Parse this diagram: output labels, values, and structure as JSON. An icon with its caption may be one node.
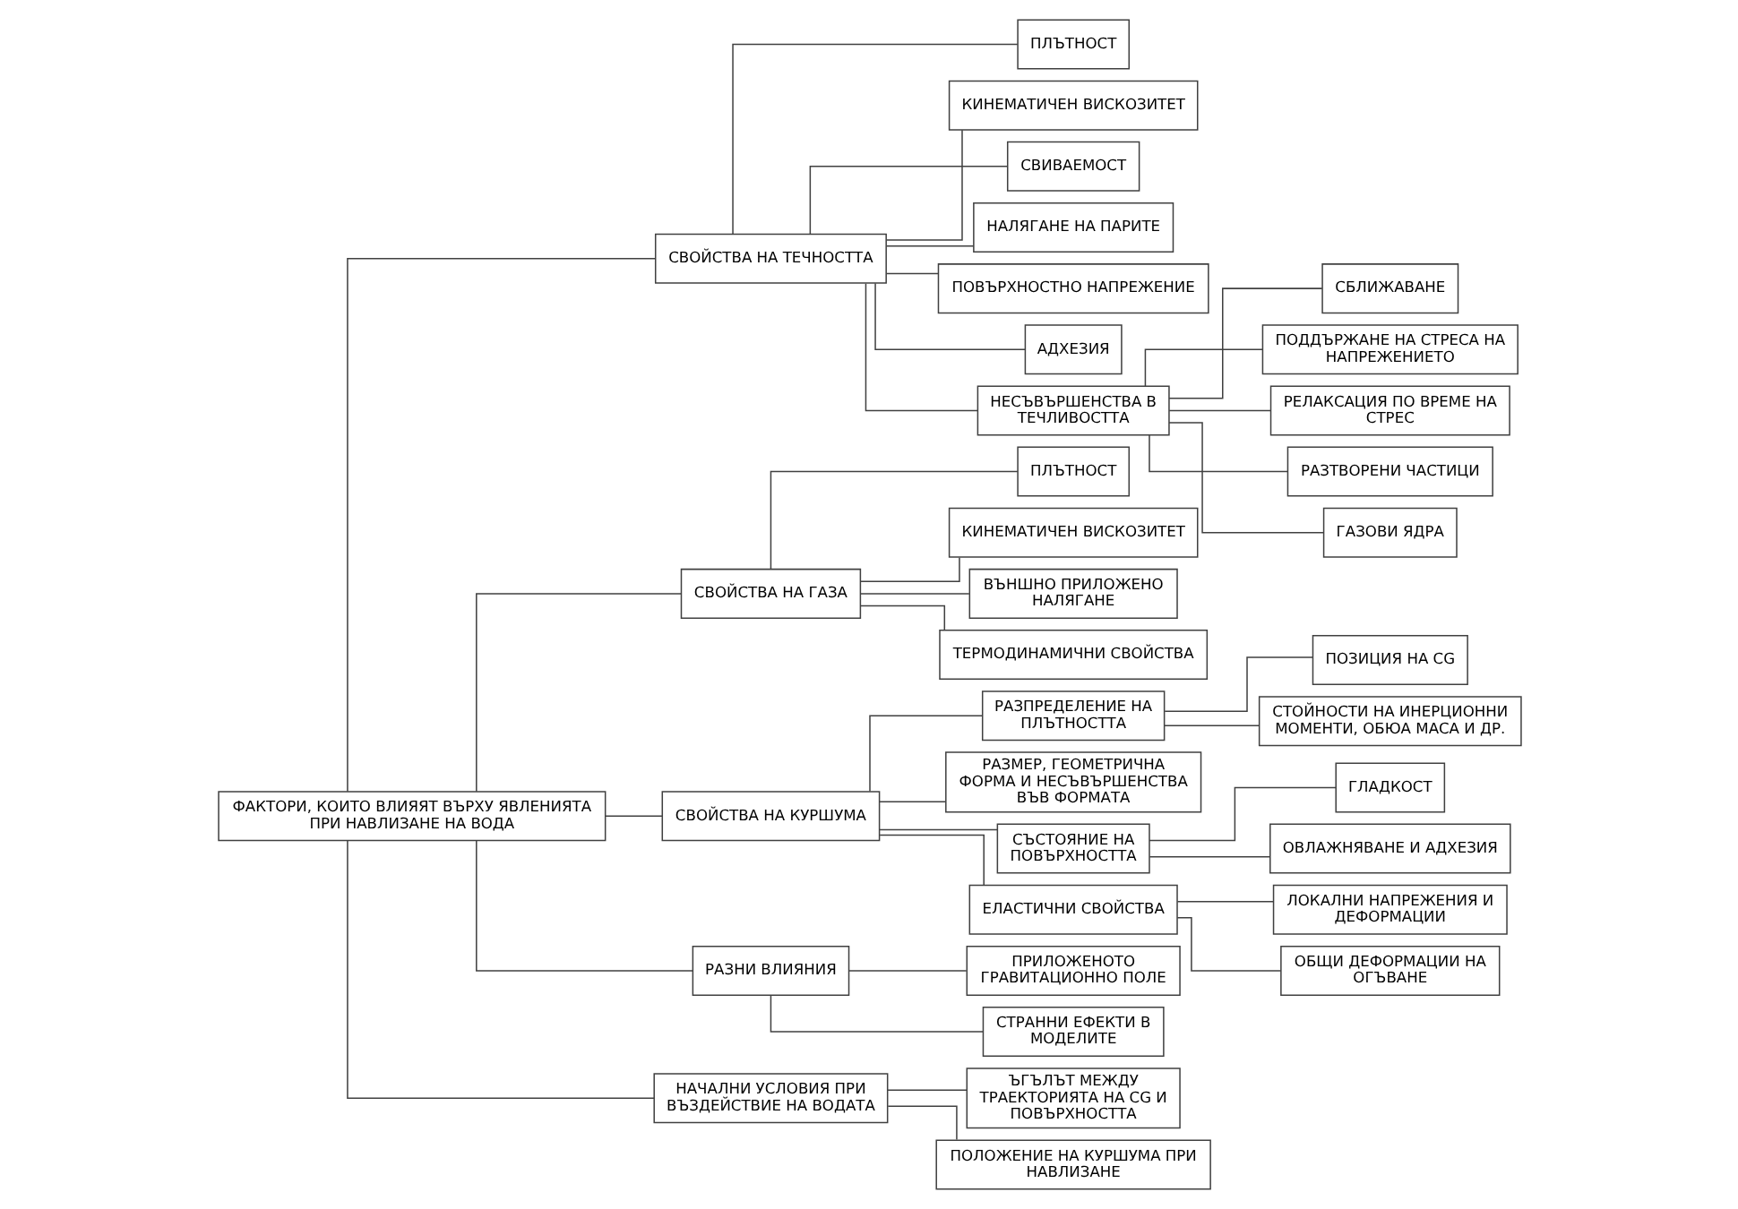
{
  "diagram": {
    "nodes": [
      {
        "text": [
          "ФАКТОРИ, КОИТО ВЛИЯЯТ ВЪРХУ ЯВЛЕНИЯТА ПРИ НАВЛИЗАНЕ НА ВОДА"
        ]
      },
      {
        "text": [
          "СВОЙСТВА НА ТЕЧНОСТТА"
        ]
      },
      {
        "text": [
          "ПЛЪТНОСТ"
        ]
      },
      {
        "text": [
          "КИНЕМАТИЧЕН ВИСКОЗИТЕТ"
        ]
      },
      {
        "text": [
          "СВИВАЕМОСТ"
        ]
      },
      {
        "text": [
          "НАЛЯГАНЕ НА ПАРИТЕ"
        ]
      },
      {
        "text": [
          "ПОВЪРХНОСТНО НАПРЕЖЕНИЕ"
        ]
      },
      {
        "text": [
          "АДХЕЗИЯ"
        ]
      },
      {
        "text": [
          "НЕСЪВЪРШЕНСТВА В ТЕЧЛИВОСТТА"
        ]
      },
      {
        "text": [
          "СБЛИЖАВАНЕ"
        ]
      },
      {
        "text": [
          "ПОДДЪРЖАНЕ НА СТРЕСА НА НАПРЕЖЕНИЕТО"
        ]
      },
      {
        "text": [
          "РЕЛАКСАЦИЯ ПО ВРЕМЕ НА СТРЕС"
        ]
      },
      {
        "text": [
          "РАЗТВОРЕНИ ЧАСТИЦИ"
        ]
      },
      {
        "text": [
          "ГАЗОВИ ЯДРА"
        ]
      },
      {
        "text": [
          "СВОЙСТВА НА ГАЗА"
        ]
      },
      {
        "text": [
          "ПЛЪТНОСТ"
        ]
      },
      {
        "text": [
          "КИНЕМАТИЧЕН ВИСКОЗИТЕТ"
        ]
      },
      {
        "text": [
          "ВЪНШНО ПРИЛОЖЕНО НАЛЯГАНЕ"
        ]
      },
      {
        "text": [
          "ТЕРМОДИНАМИЧНИ СВОЙСТВА"
        ]
      },
      {
        "text": [
          "СВОЙСТВА НА КУРШУМА"
        ]
      },
      {
        "text": [
          "РАЗПРЕДЕЛЕНИЕ НА ПЛЪТНОСТТА"
        ]
      },
      {
        "text": [
          "ПОЗИЦИЯ НА CG"
        ]
      },
      {
        "text": [
          "СТОЙНОСТИ НА ИНЕРЦИОННИ МОМЕНТИ, ОБЮА МАСА И ДР."
        ]
      },
      {
        "text": [
          "РАЗМЕР, ГЕОМЕТРИЧНА ФОРМА И НЕСЪВЪРШЕНСТВА ВЪВ ФОРМАТА"
        ]
      },
      {
        "text": [
          "СЪСТОЯНИЕ НА ПОВЪРХНОСТТА"
        ]
      },
      {
        "text": [
          "ГЛАДКОСТ"
        ]
      },
      {
        "text": [
          "ОВЛАЖНЯВАНЕ И АДХЕЗИЯ"
        ]
      },
      {
        "text": [
          "ЕЛАСТИЧНИ СВОЙСТВА"
        ]
      },
      {
        "text": [
          "ЛОКАЛНИ НАПРЕЖЕНИЯ И ДЕФОРМАЦИИ"
        ]
      },
      {
        "text": [
          "ОБЩИ ДЕФОРМАЦИИ НА ОГЪВАНЕ"
        ]
      },
      {
        "text": [
          "РАЗНИ ВЛИЯНИЯ"
        ]
      },
      {
        "text": [
          "ПРИЛОЖЕНОТО ГРАВИТАЦИОННО ПОЛЕ"
        ]
      },
      {
        "text": [
          "СТРАННИ ЕФЕКТИ В МОДЕЛИТЕ"
        ]
      },
      {
        "text": [
          "НАЧАЛНИ УСЛОВИЯ ПРИ ВЪЗДЕЙСТВИЕ НА ВОДАТА"
        ]
      },
      {
        "text": [
          "ЪГЪЛЪТ МЕЖДУ ТРАЕКТОРИЯТА НА CG И ПОВЪРХНОСТТА"
        ]
      },
      {
        "text": [
          "ПОЛОЖЕНИЕ НА КУРШУМА ПРИ НАВЛИЗАНЕ"
        ]
      }
    ],
    "edges": [
      {
        "from": 0,
        "to": 1,
        "arrow": "none"
      },
      {
        "from": 0,
        "to": 14,
        "arrow": "none"
      },
      {
        "from": 0,
        "to": 19,
        "arrow": "none"
      },
      {
        "from": 0,
        "to": 30,
        "arrow": "none"
      },
      {
        "from": 0,
        "to": 33,
        "arrow": "none"
      },
      {
        "from": 1,
        "to": 2,
        "arrow": "none"
      },
      {
        "from": 1,
        "to": 3,
        "arrow": "none"
      },
      {
        "from": 1,
        "to": 4,
        "arrow": "none"
      },
      {
        "from": 1,
        "to": 5,
        "arrow": "none"
      },
      {
        "from": 1,
        "to": 6,
        "arrow": "none"
      },
      {
        "from": 1,
        "to": 7,
        "arrow": "none"
      },
      {
        "from": 1,
        "to": 8,
        "arrow": "none"
      },
      {
        "from": 8,
        "to": 9,
        "arrow": "none"
      },
      {
        "from": 8,
        "to": 10,
        "arrow": "none"
      },
      {
        "from": 8,
        "to": 11,
        "arrow": "none"
      },
      {
        "from": 8,
        "to": 12,
        "arrow": "none"
      },
      {
        "from": 8,
        "to": 13,
        "arrow": "none"
      },
      {
        "from": 14,
        "to": 15,
        "arrow": "none"
      },
      {
        "from": 14,
        "to": 16,
        "arrow": "none"
      },
      {
        "from": 14,
        "to": 17,
        "arrow": "none"
      },
      {
        "from": 14,
        "to": 18,
        "arrow": "none"
      },
      {
        "from": 19,
        "to": 20,
        "arrow": "none"
      },
      {
        "from": 20,
        "to": 21,
        "arrow": "none"
      },
      {
        "from": 20,
        "to": 22,
        "arrow": "none"
      },
      {
        "from": 19,
        "to": 23,
        "arrow": "none"
      },
      {
        "from": 19,
        "to": 24,
        "arrow": "none"
      },
      {
        "from": 24,
        "to": 25,
        "arrow": "none"
      },
      {
        "from": 24,
        "to": 26,
        "arrow": "none"
      },
      {
        "from": 19,
        "to": 27,
        "arrow": "none"
      },
      {
        "from": 27,
        "to": 28,
        "arrow": "none"
      },
      {
        "from": 27,
        "to": 29,
        "arrow": "none"
      },
      {
        "from": 30,
        "to": 31,
        "arrow": "none"
      },
      {
        "from": 30,
        "to": 32,
        "arrow": "none"
      },
      {
        "from": 33,
        "to": 34,
        "arrow": "none"
      },
      {
        "from": 33,
        "to": 35,
        "arrow": "none"
      }
    ]
  }
}
